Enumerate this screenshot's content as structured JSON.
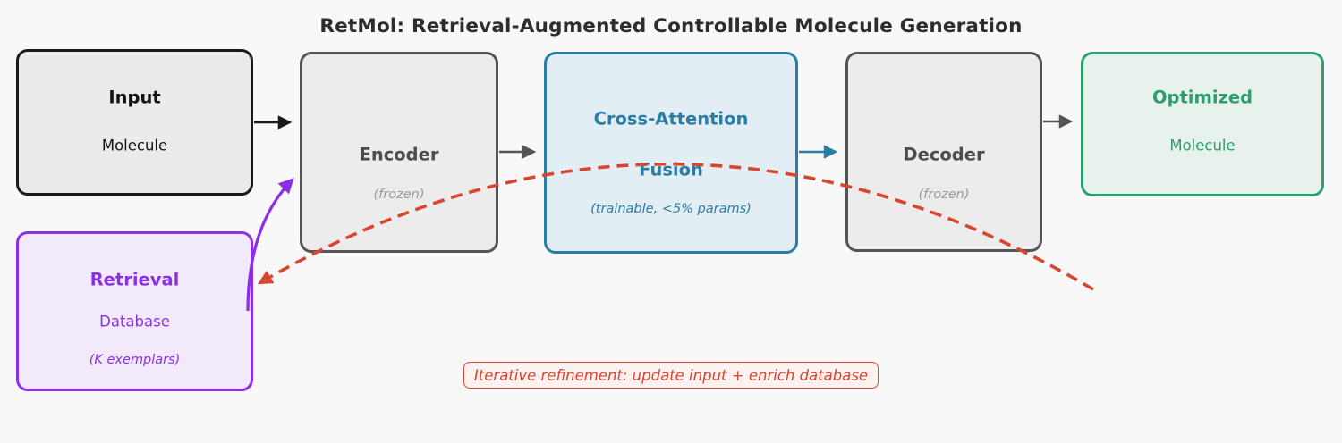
{
  "title": "RetMol: Retrieval-Augmented Controllable Molecule Generation",
  "boxes": {
    "input": {
      "title": "Input",
      "subtitle": "Molecule"
    },
    "encoder": {
      "title": "Encoder",
      "note": "(frozen)"
    },
    "cross_attention_fusion": {
      "title_line1": "Cross-Attention",
      "title_line2": "Fusion",
      "note": "(trainable, <5% params)"
    },
    "decoder": {
      "title": "Decoder",
      "note": "(frozen)"
    },
    "optimized": {
      "title": "Optimized",
      "subtitle": "Molecule"
    },
    "retrieval": {
      "title": "Retrieval",
      "subtitle": "Database",
      "note": "(K exemplars)"
    }
  },
  "annotation": {
    "iterative_label": "Iterative refinement: update input + enrich database"
  },
  "edges": [
    {
      "from": "Input Molecule",
      "to": "Encoder",
      "style": "solid-arrow",
      "color": "#1a1a1a"
    },
    {
      "from": "Encoder",
      "to": "Cross-Attention Fusion",
      "style": "solid-arrow",
      "color": "#555555"
    },
    {
      "from": "Cross-Attention Fusion",
      "to": "Decoder",
      "style": "solid-arrow",
      "color": "#2a7da6"
    },
    {
      "from": "Decoder",
      "to": "Optimized Molecule",
      "style": "solid-arrow",
      "color": "#555555"
    },
    {
      "from": "Retrieval Database",
      "to": "Encoder",
      "style": "curved-arrow",
      "color": "#8b30e8"
    },
    {
      "from": "Optimized Molecule",
      "to": "Retrieval Database",
      "style": "dashed-curved-arrow",
      "color": "#d9452f"
    }
  ],
  "colors": {
    "background": "#f8f8f8",
    "black": "#1a1a1a",
    "gray": "#555555",
    "blue": "#2a7da6",
    "green": "#2e9e6f",
    "purple": "#8b30e8",
    "red": "#d9452f"
  }
}
